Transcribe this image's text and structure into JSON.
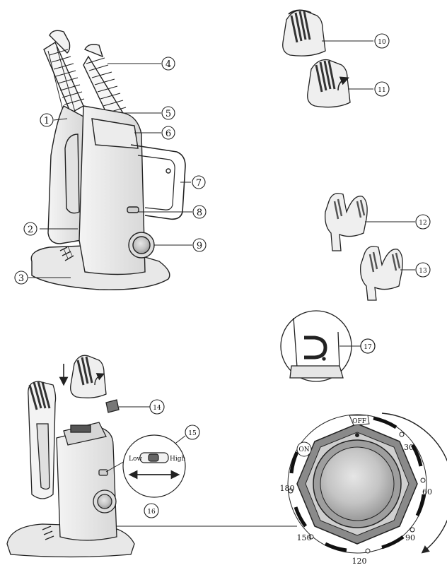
{
  "callouts": [
    "1",
    "2",
    "3",
    "4",
    "5",
    "6",
    "7",
    "8",
    "9",
    "10",
    "11",
    "12",
    "13",
    "14",
    "15",
    "16",
    "17"
  ],
  "switch": {
    "low": "Low",
    "high": "High"
  },
  "dial": {
    "on": "ON",
    "off": "OFF",
    "marks": [
      "30",
      "60",
      "90",
      "120",
      "150",
      "180"
    ]
  }
}
